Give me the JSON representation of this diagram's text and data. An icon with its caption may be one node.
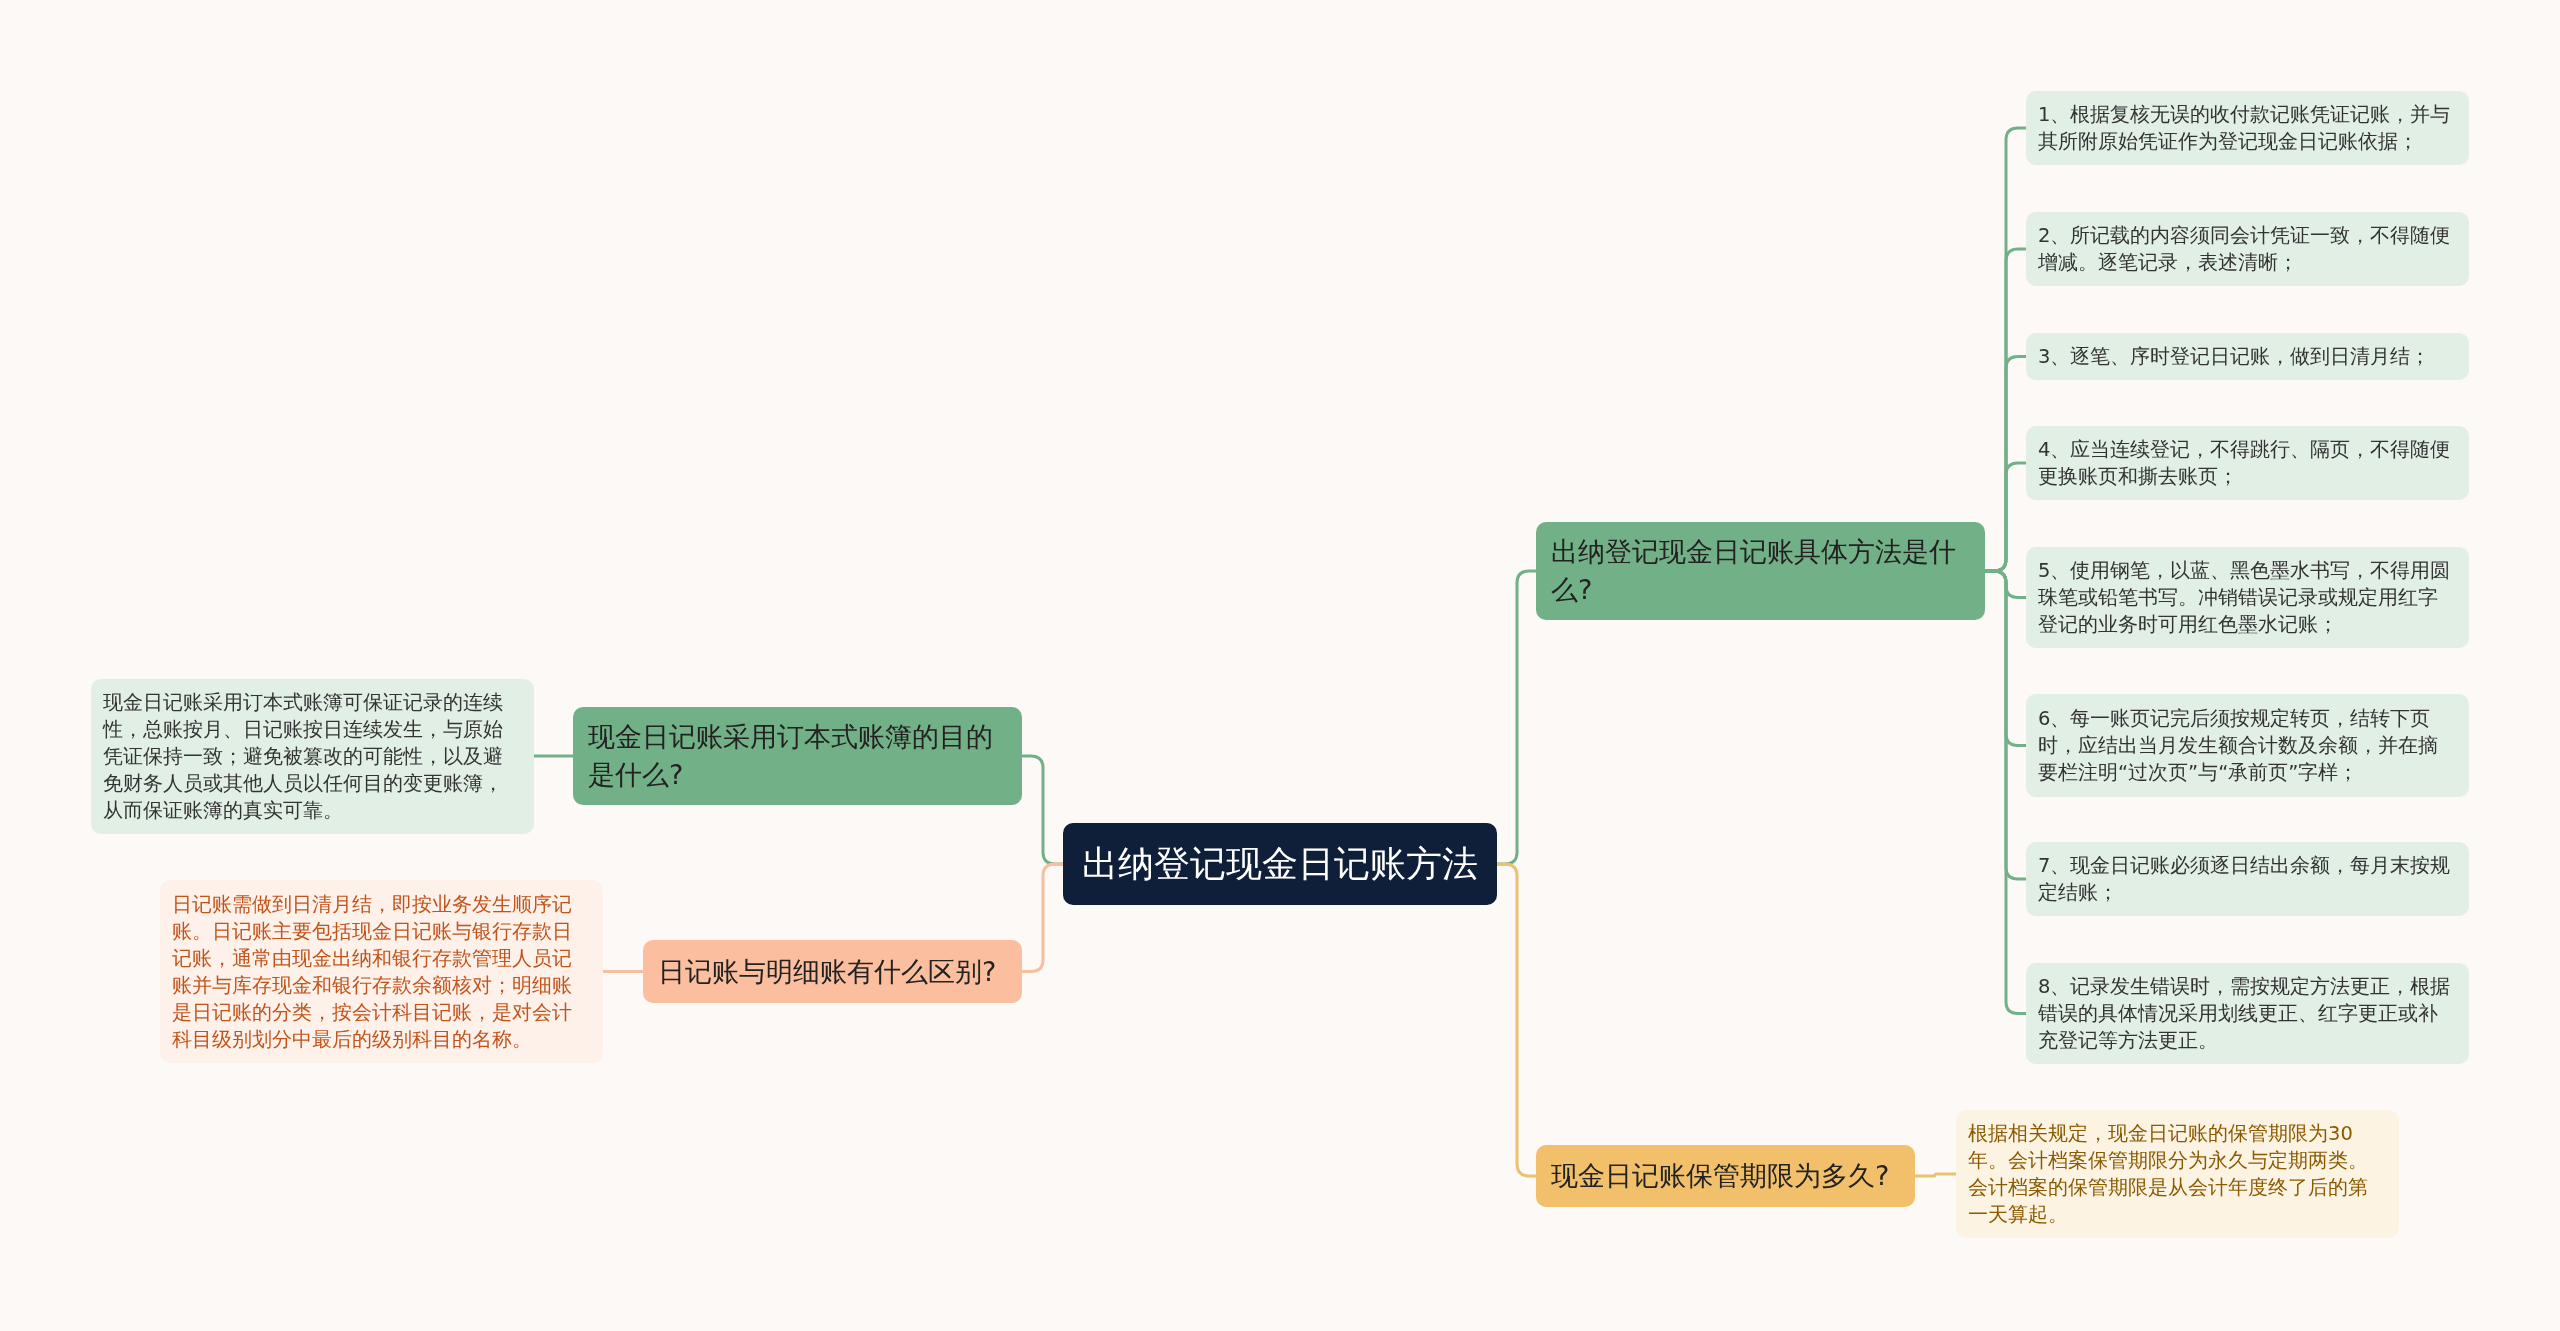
{
  "diagram": {
    "nodes": [
      {
        "text": [
          "出纳登记现金日记账方法"
        ]
      },
      {
        "text": [
          "出纳登记现金日记账具体方法是什么?"
        ]
      },
      {
        "text": [
          "1、根据复核无误的收付款记账凭证记账，并与其所附原始凭证作为登记现金日记账依据；"
        ]
      },
      {
        "text": [
          "2、所记载的内容须同会计凭证一致，不得随便增减。逐笔记录，表述清晰；"
        ]
      },
      {
        "text": [
          "3、逐笔、序时登记日记账，做到日清月结；"
        ]
      },
      {
        "text": [
          "4、应当连续登记，不得跳行、隔页，不得随便更换账页和撕去账页；"
        ]
      },
      {
        "text": [
          "5、使用钢笔，以蓝、黑色墨水书写，不得用圆珠笔或铅笔书写。冲销错误记录或规定用红字登记的业务时可用红色墨水记账；"
        ]
      },
      {
        "text": [
          "6、每一账页记完后须按规定转页，结转下页时，应结出当月发生额合计数及余额，并在摘要栏注明“过次页”与“承前页”字样；"
        ]
      },
      {
        "text": [
          "7、现金日记账必须逐日结出余额，每月末按规定结账；"
        ]
      },
      {
        "text": [
          "8、记录发生错误时，需按规定方法更正，根据错误的具体情况采用划线更正、红字更正或补充登记等方法更正。"
        ]
      },
      {
        "text": [
          "现金日记账保管期限为多久?"
        ]
      },
      {
        "text": [
          "根据相关规定，现金日记账的保管期限为30年。会计档案保管期限分为永久与定期两类。会计档案的保管期限是从会计年度终了后的第一天算起。"
        ]
      },
      {
        "text": [
          "现金日记账采用订本式账簿的目的是什么?"
        ]
      },
      {
        "text": [
          "现金日记账采用订本式账簿可保证记录的连续性，总账按月、日记账按日连续发生，与原始凭证保持一致；避免被篡改的可能性，以及避免财务人员或其他人员以任何目的变更账簿，从而保证账簿的真实可靠。"
        ]
      },
      {
        "text": [
          "日记账与明细账有什么区别?"
        ]
      },
      {
        "text": [
          "日记账需做到日清月结，即按业务发生顺序记账。日记账主要包括现金日记账与银行存款日记账，通常由现金出纳和银行存款管理人员记账并与库存现金和银行存款余额核对；明细账是日记账的分类，按会计科目记账，是对会计科目级别划分中最后的级别科目的名称。"
        ]
      }
    ],
    "edges": [
      {
        "from": 0,
        "to": 1,
        "arrow": "none"
      },
      {
        "from": 1,
        "to": 2,
        "arrow": "none"
      },
      {
        "from": 1,
        "to": 3,
        "arrow": "none"
      },
      {
        "from": 1,
        "to": 4,
        "arrow": "none"
      },
      {
        "from": 1,
        "to": 5,
        "arrow": "none"
      },
      {
        "from": 1,
        "to": 6,
        "arrow": "none"
      },
      {
        "from": 1,
        "to": 7,
        "arrow": "none"
      },
      {
        "from": 1,
        "to": 8,
        "arrow": "none"
      },
      {
        "from": 1,
        "to": 9,
        "arrow": "none"
      },
      {
        "from": 0,
        "to": 10,
        "arrow": "none",
        "color": "#eac170"
      },
      {
        "from": 10,
        "to": 11,
        "arrow": "none",
        "color": "#eac170"
      },
      {
        "from": 0,
        "to": 12,
        "arrow": "none"
      },
      {
        "from": 12,
        "to": 13,
        "arrow": "none"
      },
      {
        "from": 0,
        "to": 14,
        "arrow": "none",
        "color": "#f7bf9f"
      },
      {
        "from": 14,
        "to": 15,
        "arrow": "none",
        "color": "#f7bf9f"
      }
    ]
  }
}
